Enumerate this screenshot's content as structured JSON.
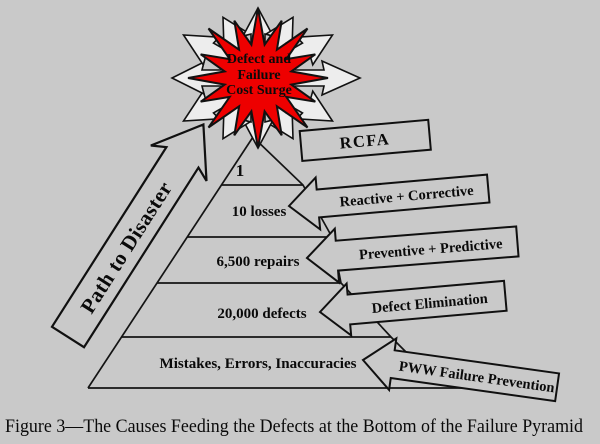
{
  "colors": {
    "background": "#c9c9c9",
    "outline": "#000000",
    "burst_arrow_fill": "#ededed",
    "star_fill": "#ee0000",
    "star_text_color": "#ffff00"
  },
  "starburst": {
    "lines": [
      "Defect and",
      "Failure",
      "Cost Surge"
    ]
  },
  "path_arrow": {
    "label": "Path to Disaster"
  },
  "pyramid": {
    "levels": [
      "1",
      "10 losses",
      "6,500 repairs",
      "20,000 defects",
      "Mistakes, Errors, Inaccuracies"
    ]
  },
  "banners": [
    "RCFA",
    "Reactive + Corrective",
    "Preventive + Predictive",
    "Defect Elimination",
    "PWW Failure Prevention"
  ],
  "caption": "Figure 3—The Causes Feeding the Defects at the Bottom of the Failure Pyramid"
}
